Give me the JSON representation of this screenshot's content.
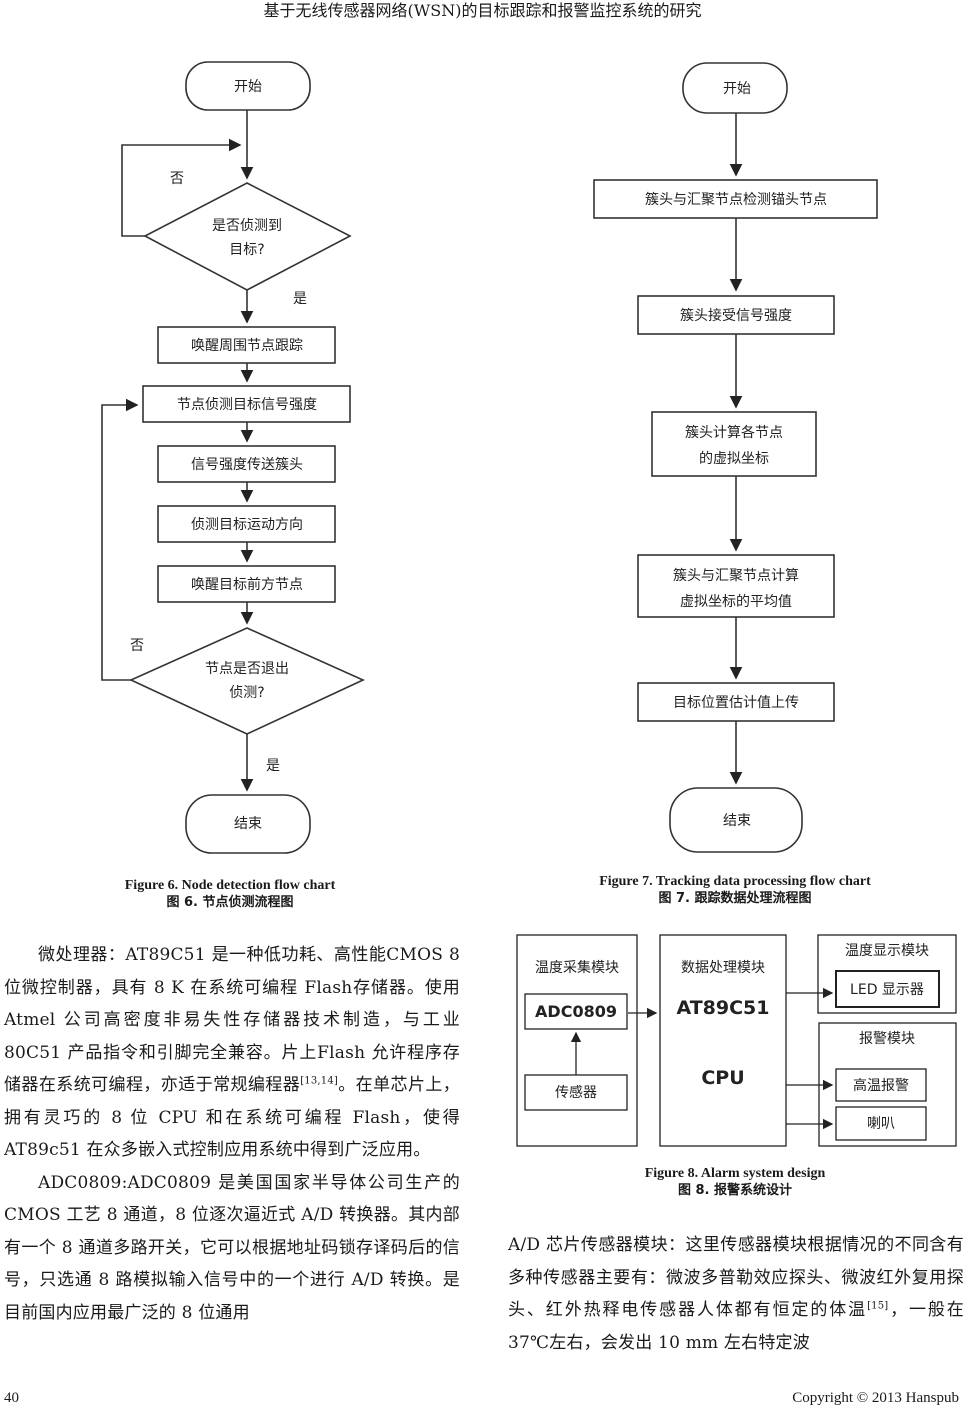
{
  "header": {
    "running_title": "基于无线传感器网络(WSN)的目标跟踪和报警监控系统的研究"
  },
  "figure6": {
    "start": "开始",
    "decision1": [
      "是否侦测到",
      "目标?"
    ],
    "no1": "否",
    "yes1": "是",
    "steps": [
      "唤醒周围节点跟踪",
      "节点侦测目标信号强度",
      "信号强度传送簇头",
      "侦测目标运动方向",
      "唤醒目标前方节点"
    ],
    "decision2": [
      "节点是否退出",
      "侦测?"
    ],
    "no2": "否",
    "yes2": "是",
    "end": "结束",
    "caption_en": "Figure 6. Node detection flow chart",
    "caption_zh": "图 6.  节点侦测流程图"
  },
  "figure7": {
    "start": "开始",
    "steps": [
      [
        "簇头与汇聚节点检测锚头节点"
      ],
      [
        "簇头接受信号强度"
      ],
      [
        "簇头计算各节点",
        "的虚拟坐标"
      ],
      [
        "簇头与汇聚节点计算",
        "虚拟坐标的平均值"
      ],
      [
        "目标位置估计值上传"
      ]
    ],
    "end": "结束",
    "caption_en": "Figure 7. Tracking data processing flow chart",
    "caption_zh": "图 7.  跟踪数据处理流程图"
  },
  "figure8": {
    "acq_module": "温度采集模块",
    "adc": "ADC0809",
    "sensor": "传感器",
    "proc_module": "数据处理模块",
    "mcu": "AT89C51",
    "cpu": "CPU",
    "display_module": "温度显示模块",
    "led": "LED 显示器",
    "alarm_module": "报警模块",
    "high_temp_alarm": "高温报警",
    "speaker": "喇叭",
    "caption_en": "Figure 8. Alarm system design",
    "caption_zh": "图 8.  报警系统设计"
  },
  "body": {
    "p1_a": "微处理器：AT89C51 是一种低功耗、高性能CMOS 8 位微控制器，具有 8 K 在系统可编程 Flash存储器。使用 Atmel 公司高密度非易失性存储器技术制造，与工业 80C51 产品指令和引脚完全兼容。片上Flash 允许程序存储器在系统可编程，亦适于常规编程器",
    "p1_ref": "[13,14]",
    "p1_b": "。在单芯片上，拥有灵巧的 8 位 CPU 和在系统可编程 Flash，使得 AT89c51 在众多嵌入式控制应用系统中得到广泛应用。",
    "p2": "ADC0809:ADC0809 是美国国家半导体公司生产的 CMOS 工艺 8 通道，8 位逐次逼近式 A/D 转换器。其内部有一个 8 通道多路开关，它可以根据地址码锁存译码后的信号，只选通 8 路模拟输入信号中的一个进行 A/D 转换。是目前国内应用最广泛的 8 位通用",
    "p3_a": "A/D 芯片传感器模块：这里传感器模块根据情况的不同含有多种传感器主要有：微波多普勒效应探头、微波红外复用探头、红外热释电传感器人体都有恒定的体温",
    "p3_ref": "[15]",
    "p3_b": "，一般在 37℃左右，会发出 10 mm 左右特定波"
  },
  "footer": {
    "page_number": "40",
    "copyright": "Copyright © 2013 Hanspub"
  }
}
